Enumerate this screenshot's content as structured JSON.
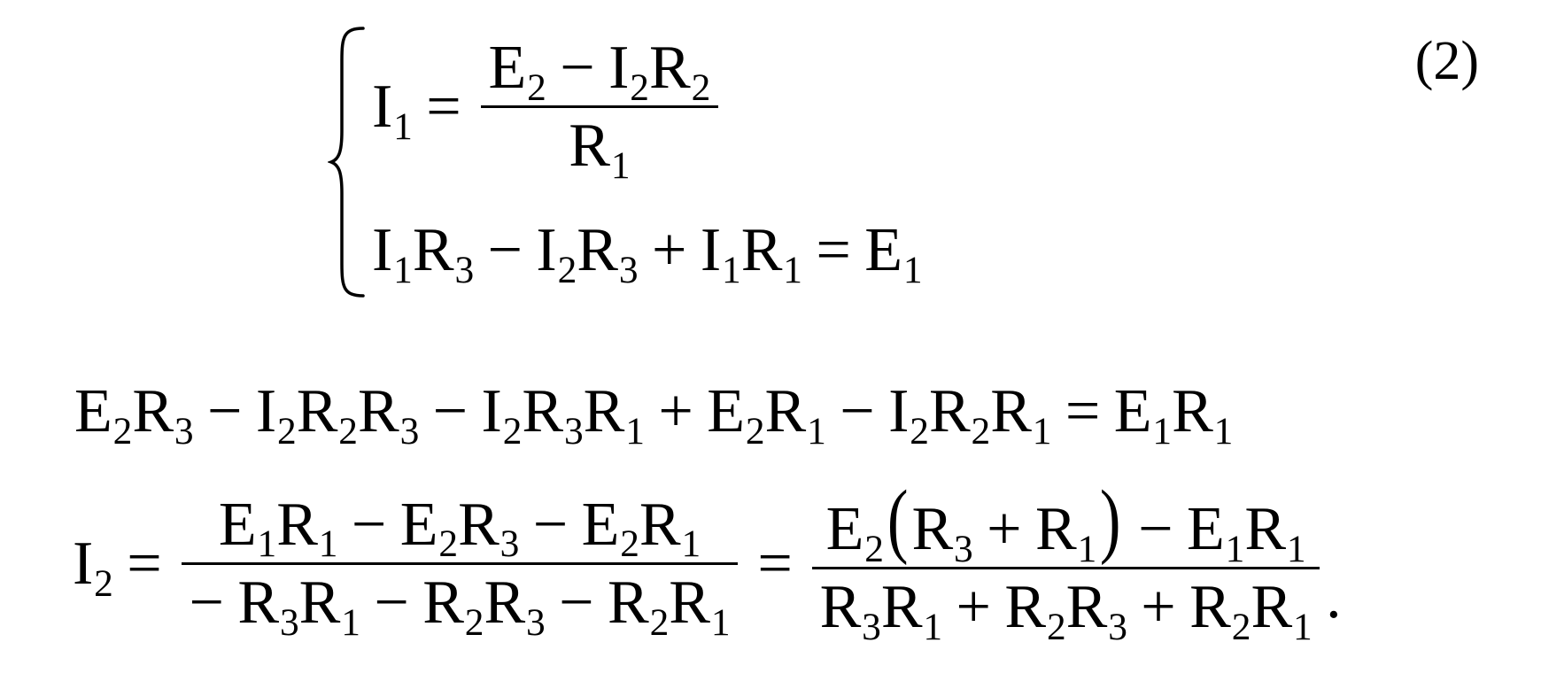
{
  "system": {
    "number": "(2)",
    "line1": {
      "lhs": "I",
      "lhs_sub": "1",
      "eq": "=",
      "num": [
        {
          "s": "E",
          "sub": "2"
        },
        {
          "op": "−"
        },
        {
          "s": "I",
          "sub": "2"
        },
        {
          "s": "R",
          "sub": "2"
        }
      ],
      "den": [
        {
          "s": "R",
          "sub": "1"
        }
      ]
    },
    "line2": [
      {
        "s": "I",
        "sub": "1"
      },
      {
        "s": "R",
        "sub": "3"
      },
      {
        "op": "−"
      },
      {
        "s": "I",
        "sub": "2"
      },
      {
        "s": "R",
        "sub": "3"
      },
      {
        "op": "+"
      },
      {
        "s": "I",
        "sub": "1"
      },
      {
        "s": "R",
        "sub": "1"
      },
      {
        "op": "="
      },
      {
        "s": "E",
        "sub": "1"
      }
    ]
  },
  "expanded": [
    {
      "s": "E",
      "sub": "2"
    },
    {
      "s": "R",
      "sub": "3"
    },
    {
      "op": "−"
    },
    {
      "s": "I",
      "sub": "2"
    },
    {
      "s": "R",
      "sub": "2"
    },
    {
      "s": "R",
      "sub": "3"
    },
    {
      "op": "−"
    },
    {
      "s": "I",
      "sub": "2"
    },
    {
      "s": "R",
      "sub": "3"
    },
    {
      "s": "R",
      "sub": "1"
    },
    {
      "op": "+"
    },
    {
      "s": "E",
      "sub": "2"
    },
    {
      "s": "R",
      "sub": "1"
    },
    {
      "op": "−"
    },
    {
      "s": "I",
      "sub": "2"
    },
    {
      "s": "R",
      "sub": "2"
    },
    {
      "s": "R",
      "sub": "1"
    },
    {
      "op": "="
    },
    {
      "s": "E",
      "sub": "1"
    },
    {
      "s": "R",
      "sub": "1"
    }
  ],
  "result": {
    "lhs": "I",
    "lhs_sub": "2",
    "eq1": "=",
    "frac1_num": [
      {
        "s": "E",
        "sub": "1"
      },
      {
        "s": "R",
        "sub": "1"
      },
      {
        "op": "−"
      },
      {
        "s": "E",
        "sub": "2"
      },
      {
        "s": "R",
        "sub": "3"
      },
      {
        "op": "−"
      },
      {
        "s": "E",
        "sub": "2"
      },
      {
        "s": "R",
        "sub": "1"
      }
    ],
    "frac1_den": [
      {
        "op": "−"
      },
      {
        "s": "R",
        "sub": "3"
      },
      {
        "s": "R",
        "sub": "1"
      },
      {
        "op": "−"
      },
      {
        "s": "R",
        "sub": "2"
      },
      {
        "s": "R",
        "sub": "3"
      },
      {
        "op": "−"
      },
      {
        "s": "R",
        "sub": "2"
      },
      {
        "s": "R",
        "sub": "1"
      }
    ],
    "eq2": "=",
    "frac2_num": [
      {
        "s": "E",
        "sub": "2"
      },
      {
        "paren": "("
      },
      {
        "s": "R",
        "sub": "3"
      },
      {
        "op": "+"
      },
      {
        "s": "R",
        "sub": "1"
      },
      {
        "paren": ")"
      },
      {
        "op": "−"
      },
      {
        "s": "E",
        "sub": "1"
      },
      {
        "s": "R",
        "sub": "1"
      }
    ],
    "frac2_den": [
      {
        "s": "R",
        "sub": "3"
      },
      {
        "s": "R",
        "sub": "1"
      },
      {
        "op": "+"
      },
      {
        "s": "R",
        "sub": "2"
      },
      {
        "s": "R",
        "sub": "3"
      },
      {
        "op": "+"
      },
      {
        "s": "R",
        "sub": "2"
      },
      {
        "s": "R",
        "sub": "1"
      }
    ],
    "period": "."
  }
}
